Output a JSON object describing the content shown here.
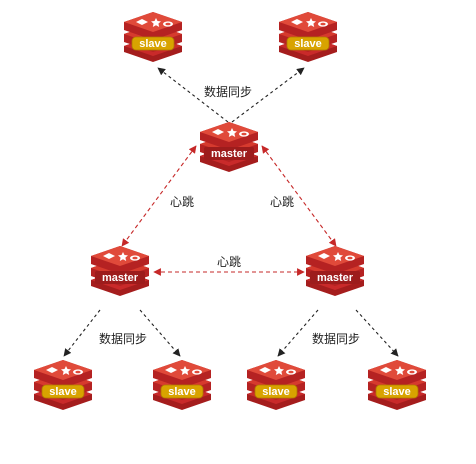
{
  "colors": {
    "red_main": "#d32f2f",
    "red_dark": "#a51d1d",
    "red_light": "#e8483a",
    "slave_badge": "#d8a300",
    "heartbeat_line": "#c62828",
    "sync_line": "#222222"
  },
  "nodes": {
    "top_master": "master",
    "left_master": "master",
    "right_master": "master",
    "top_slave_1": "slave",
    "top_slave_2": "slave",
    "left_slave_1": "slave",
    "left_slave_2": "slave",
    "right_slave_1": "slave",
    "right_slave_2": "slave"
  },
  "edges": {
    "top_sync": "数据同步",
    "left_sync": "数据同步",
    "right_sync": "数据同步",
    "hb_top_left": "心跳",
    "hb_top_right": "心跳",
    "hb_left_right": "心跳"
  }
}
